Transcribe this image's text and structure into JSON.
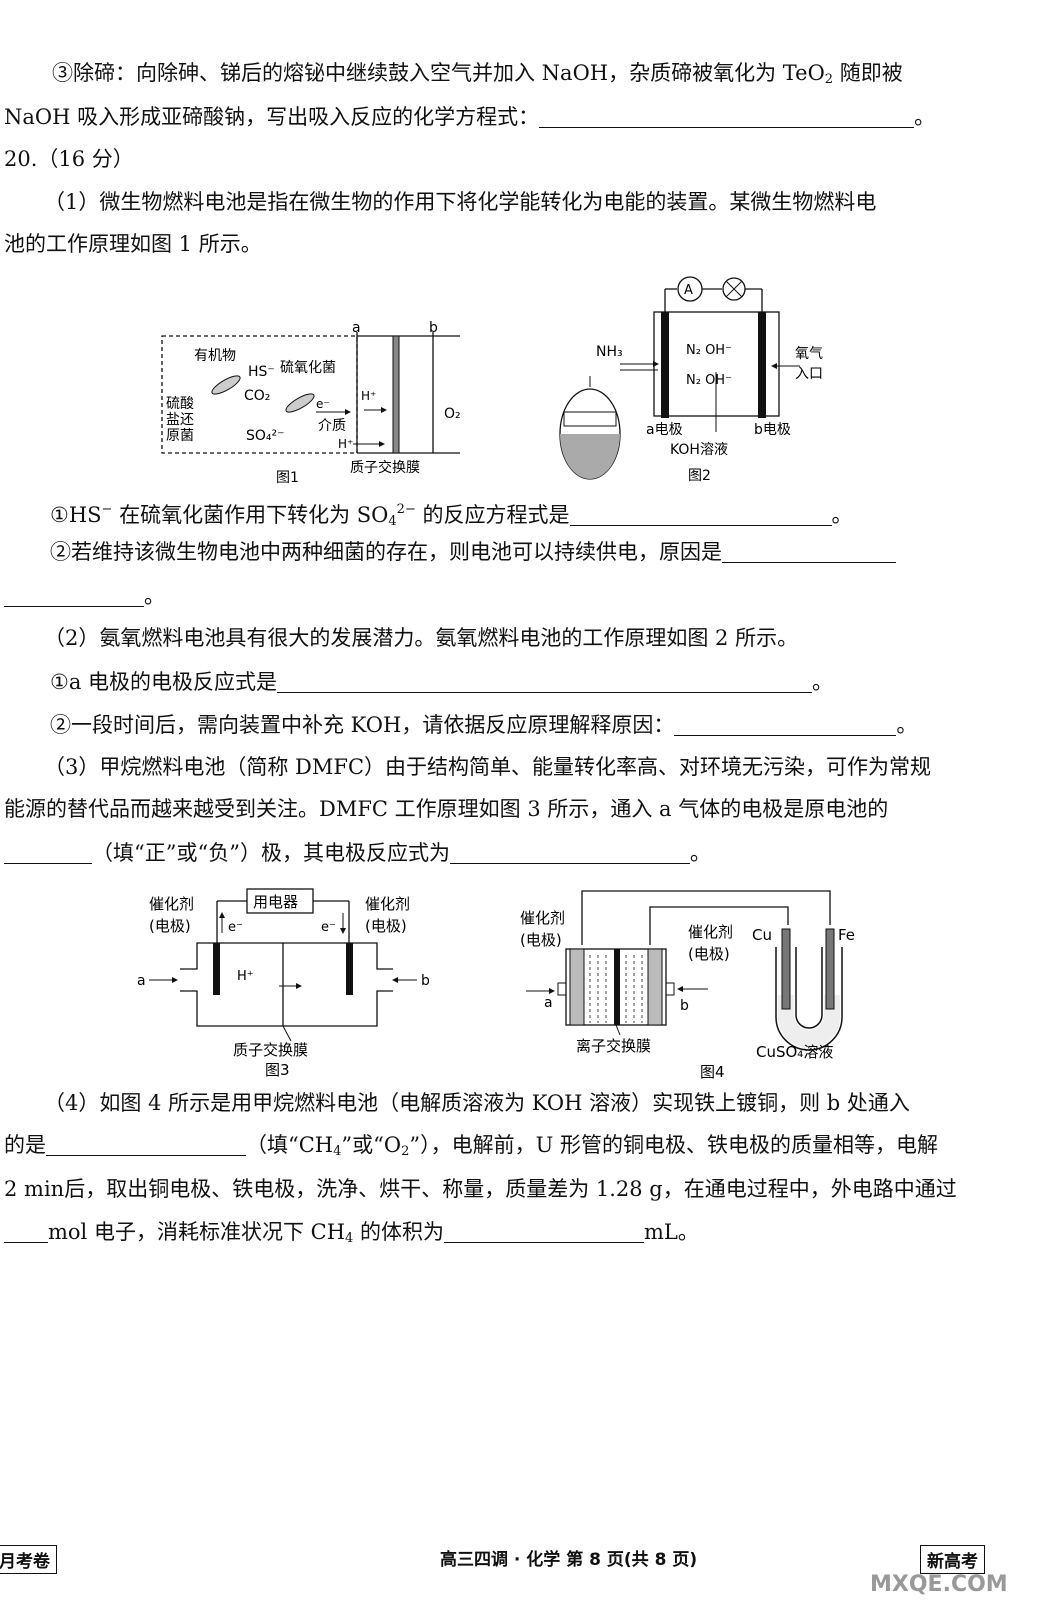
{
  "lines": {
    "l1": "③除碲：向除砷、锑后的熔铋中继续鼓入空气并加入 NaOH，杂质碲被氧化为 TeO",
    "l1b": " 随即被",
    "l2": "NaOH 吸入形成亚碲酸钠，写出吸入反应的化学方程式：",
    "end": "。",
    "q20": "20.（16 分）",
    "p1a": "（1）微生物燃料电池是指在微生物的作用下将化学能转化为电能的装置。某微生物燃料电",
    "p1b": "池的工作原理如图 1 所示。",
    "q1_1a": "①HS",
    "q1_1b": " 在硫氧化菌作用下转化为 SO",
    "q1_1c": " 的反应方程式是",
    "q1_2": "②若维持该微生物电池中两种细菌的存在，则电池可以持续供电，原因是",
    "p2": "（2）氨氧燃料电池具有很大的发展潜力。氨氧燃料电池的工作原理如图 2 所示。",
    "q2_1": "①a 电极的电极反应式是",
    "q2_2": "②一段时间后，需向装置中补充 KOH，请依据反应原理解释原因：",
    "p3a": "（3）甲烷燃料电池（简称 DMFC）由于结构简单、能量转化率高、对环境无污染，可作为常规",
    "p3b": "能源的替代品而越来越受到关注。DMFC 工作原理如图 3 所示，通入 a 气体的电极是原电池的",
    "p3c_a": "（填“正”或“负”）极，其电极反应式为",
    "p4a": "（4）如图 4 所示是用甲烷燃料电池（电解质溶液为 KOH 溶液）实现铁上镀铜，则 b 处通入",
    "p4b_a": "的是",
    "p4b_b": "（填“CH",
    "p4b_c": "”或“O",
    "p4b_d": "”），电解前，U 形管的铜电极、铁电极的质量相等，电解",
    "p4c": "2 min后，取出铜电极、铁电极，洗净、烘干、称量，质量差为 1.28 g，在通电过程中，外电路中通过",
    "p4d_a": "mol 电子，消耗标准状况下 CH",
    "p4d_b": " 的体积为",
    "p4d_c": "mL。",
    "sub2": "2",
    "sub4": "4",
    "supminus": "−",
    "sup2minus": "2−"
  },
  "fig1": {
    "caption": "图1",
    "a": "a",
    "b": "b",
    "organic": "有机物",
    "hs": "HS⁻",
    "bacteria": "硫氧化菌",
    "co2": "CO₂",
    "so4": "SO₄²⁻",
    "electron": "e⁻",
    "medium": "介质",
    "hplus": "H⁺",
    "hplus2": "H⁺",
    "o2": "O₂",
    "reducer1": "硫酸",
    "reducer2": "盐还",
    "reducer3": "原菌",
    "membrane": "质子交换膜"
  },
  "fig2": {
    "caption": "图2",
    "ammeter": "A",
    "nh3": "NH₃",
    "n2_1": "N₂ OH⁻",
    "n2_2": "N₂ OH⁻",
    "oxygen1": "氧气",
    "oxygen2": "入口",
    "a_elec": "a电极",
    "b_elec": "b电极",
    "koh": "KOH溶液"
  },
  "fig3": {
    "caption": "图3",
    "device": "用电器",
    "cat_l1": "催化剂",
    "cat_l2": "(电极)",
    "cat_r1": "催化剂",
    "cat_r2": "(电极)",
    "e_left": "e⁻",
    "e_right": "e⁻",
    "hplus": "H⁺",
    "a": "a",
    "b": "b",
    "membrane": "质子交换膜"
  },
  "fig4": {
    "caption": "图4",
    "cat_l1": "催化剂",
    "cat_l2": "(电极)",
    "cat_r1": "催化剂",
    "cat_r2": "(电极)",
    "a": "a",
    "b": "b",
    "membrane": "离子交换膜",
    "cu": "Cu",
    "fe": "Fe",
    "cuso4": "CuSO₄溶液"
  },
  "footer": {
    "left": "月考卷",
    "center": "高三四调 · 化学  第 8 页(共 8 页)",
    "right": "新高考",
    "watermark": "MXQE.COM"
  }
}
